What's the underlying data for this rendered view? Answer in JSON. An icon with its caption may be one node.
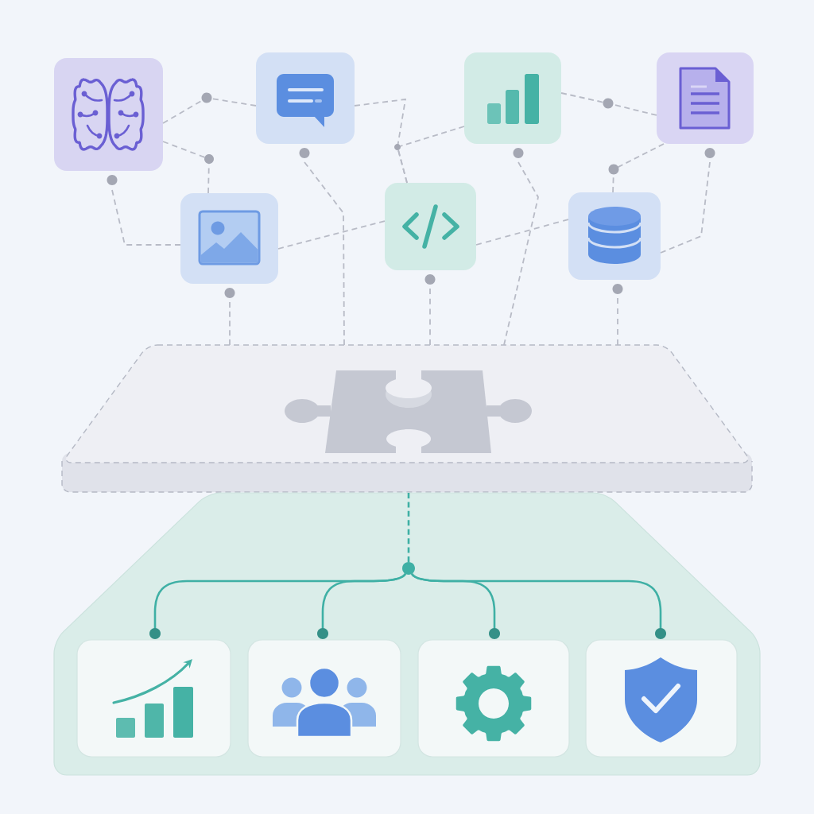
{
  "diagram": {
    "nodes": [
      {
        "text": [],
        "shape": "picture"
      },
      {
        "text": [],
        "shape": "picture"
      },
      {
        "text": [],
        "shape": "picture"
      },
      {
        "text": [],
        "shape": "picture"
      },
      {
        "text": [],
        "shape": "picture"
      },
      {
        "text": [],
        "shape": "picture"
      },
      {
        "text": [],
        "shape": "picture"
      },
      {
        "text": [],
        "shape": "box"
      },
      {
        "text": [],
        "shape": "box"
      },
      {
        "text": [],
        "shape": "picture",
        "in": 8
      },
      {
        "text": [],
        "shape": "picture",
        "in": 8
      },
      {
        "text": [],
        "shape": "picture",
        "in": 8
      },
      {
        "text": [],
        "shape": "picture",
        "in": 8
      },
      {
        "text": [],
        "shape": "circle",
        "in": 8
      }
    ],
    "edges": [
      {
        "from": 0,
        "to": 1,
        "arrow": "none",
        "style": "dashed"
      },
      {
        "from": 0,
        "to": 4,
        "arrow": "none",
        "style": "dashed"
      },
      {
        "from": 0,
        "to": 4,
        "arrow": "none",
        "style": "dashed"
      },
      {
        "from": 5,
        "to": 1,
        "arrow": "none",
        "style": "dashed"
      },
      {
        "from": 5,
        "to": 2,
        "arrow": "none",
        "style": "dashed"
      },
      {
        "from": 4,
        "to": 5,
        "arrow": "none",
        "style": "dashed"
      },
      {
        "from": 5,
        "to": 6,
        "arrow": "none",
        "style": "dashed"
      },
      {
        "from": 2,
        "to": 3,
        "arrow": "none",
        "style": "dashed"
      },
      {
        "from": 3,
        "to": 6,
        "arrow": "none",
        "style": "dashed"
      },
      {
        "from": 3,
        "to": 6,
        "arrow": "none",
        "style": "dashed"
      },
      {
        "from": 1,
        "to": 7,
        "arrow": "none",
        "style": "dashed"
      },
      {
        "from": 4,
        "to": 7,
        "arrow": "none",
        "style": "dashed"
      },
      {
        "from": 5,
        "to": 7,
        "arrow": "none",
        "style": "dashed"
      },
      {
        "from": 2,
        "to": 7,
        "arrow": "none",
        "style": "dashed"
      },
      {
        "from": 6,
        "to": 7,
        "arrow": "none",
        "style": "dashed"
      },
      {
        "from": 7,
        "to": 13,
        "arrow": "none",
        "style": "dashed",
        "color": "#3fb0a5"
      },
      {
        "from": 9,
        "to": 13,
        "arrow": "other",
        "color": "#3fb0a5"
      },
      {
        "from": 10,
        "to": 13,
        "arrow": "other",
        "color": "#3fb0a5"
      },
      {
        "from": 11,
        "to": 13,
        "arrow": "other",
        "color": "#3fb0a5"
      },
      {
        "from": 12,
        "to": 13,
        "arrow": "other",
        "color": "#3fb0a5"
      }
    ]
  }
}
